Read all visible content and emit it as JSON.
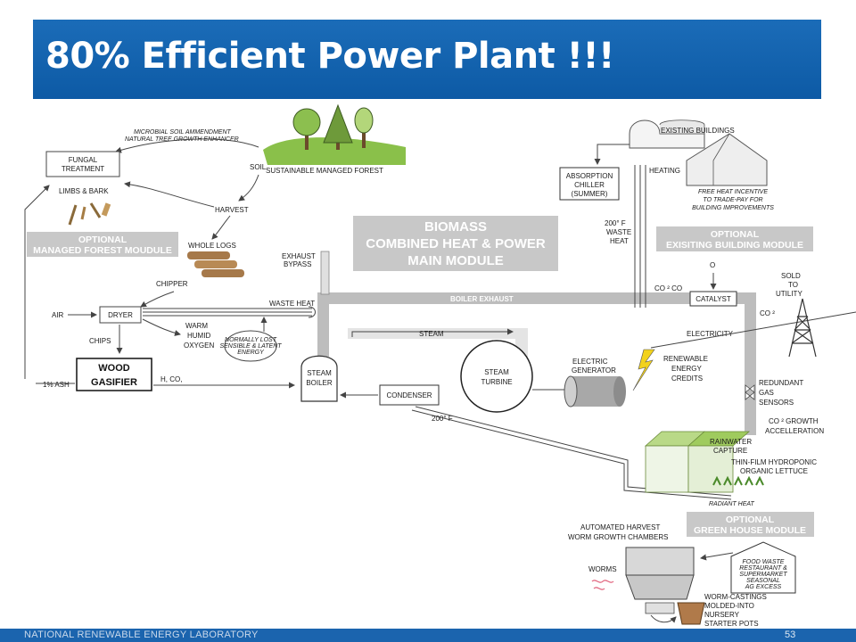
{
  "title": "80% Efficient Power Plant !!!",
  "footer": {
    "org": "NATIONAL RENEWABLE ENERGY LABORATORY",
    "page": "53"
  },
  "colors": {
    "title_bar": "#0d5aa5",
    "module_box": "#c8c8c8",
    "pipe": "#bdbdbd",
    "grass": "#8ac04a",
    "tree": "#8cbf4f"
  },
  "main_module": {
    "line1": "BIOMASS",
    "line2": "COMBINED HEAT & POWER",
    "line3": "MAIN MODULE"
  },
  "modules": {
    "forest": {
      "line1": "OPTIONAL",
      "line2": "MANAGED FOREST MOUDULE"
    },
    "building": {
      "line1": "OPTIONAL",
      "line2": "EXISITING BUILDING MODULE"
    },
    "greenhouse": {
      "line1": "OPTIONAL",
      "line2": "GREEN HOUSE MODULE"
    }
  },
  "labels": {
    "microbial1": "MICROBIAL SOIL AMMENDMENT",
    "microbial2": "NATURAL TREE GROWTH ENHANCER",
    "fungal1": "FUNGAL",
    "fungal2": "TREATMENT",
    "limbs": "LIMBS & BARK",
    "soil": "SOIL",
    "harvest": "HARVEST",
    "forest": "SUSTAINABLE MANAGED FOREST",
    "whole_logs": "WHOLE LOGS",
    "chipper": "CHIPPER",
    "air": "AIR",
    "dryer": "DRYER",
    "chips": "CHIPS",
    "wood1": "WOOD",
    "wood2": "GASIFIER",
    "ash": "1% ASH",
    "hco": "H, CO,",
    "warm1": "WARM",
    "warm2": "HUMID",
    "warm3": "OXYGEN",
    "lost1": "NORMALLY LOST",
    "lost2": "SENSIBLE & LATENT",
    "lost3": "ENERGY",
    "waste_heat": "WASTE HEAT",
    "exhaust1": "EXHAUST",
    "exhaust2": "BYPASS",
    "boiler_exhaust": "BOILER EXHAUST",
    "steam": "STEAM",
    "steam_boiler1": "STEAM",
    "steam_boiler2": "BOILER",
    "condenser": "CONDENSER",
    "temp_200": "200° F",
    "turbine1": "STEAM",
    "turbine2": "TURBINE",
    "generator1": "ELECTRIC",
    "generator2": "GENERATOR",
    "electricity": "ELECTRICITY",
    "credits1": "RENEWABLE",
    "credits2": "ENERGY",
    "credits3": "CREDITS",
    "sold1": "SOLD",
    "sold2": "TO",
    "sold3": "UTILITY",
    "co2": "CO ²",
    "co2co": "CO ² CO",
    "o2": "O",
    "catalyst": "CATALYST",
    "redundant1": "REDUNDANT",
    "redundant2": "GAS",
    "redundant3": "SENSORS",
    "co2growth1": "CO ² GROWTH",
    "co2growth2": "ACCELLERATION",
    "existing": "EXISTING BUILDINGS",
    "heating": "HEATING",
    "absorption1": "ABSORPTION",
    "absorption2": "CHILLER",
    "absorption3": "(SUMMER)",
    "waste200_1": "200° F",
    "waste200_2": "WASTE",
    "waste200_3": "HEAT",
    "incentive1": "FREE HEAT INCENTIVE",
    "incentive2": "TO TRADE-PAY FOR",
    "incentive3": "BUILDING IMPROVEMENTS",
    "rain1": "RAINWATER",
    "rain2": "CAPTURE",
    "hydro1": "THIN-FILM HYDROPONIC",
    "hydro2": "ORGANIC LETTUCE",
    "radiant": "RADIANT HEAT",
    "worm_ch1": "AUTOMATED HARVEST",
    "worm_ch2": "WORM GROWTH CHAMBERS",
    "worms": "WORMS",
    "food1": "FOOD WASTE",
    "food2": "RESTAURANT &",
    "food3": "SUPERMARKET",
    "food4": "SEASONAL",
    "food5": "AG EXCESS",
    "cast1": "WORM-CASTINGS",
    "cast2": "MOLDED-INTO",
    "cast3": "NURSERY",
    "cast4": "STARTER POTS"
  }
}
